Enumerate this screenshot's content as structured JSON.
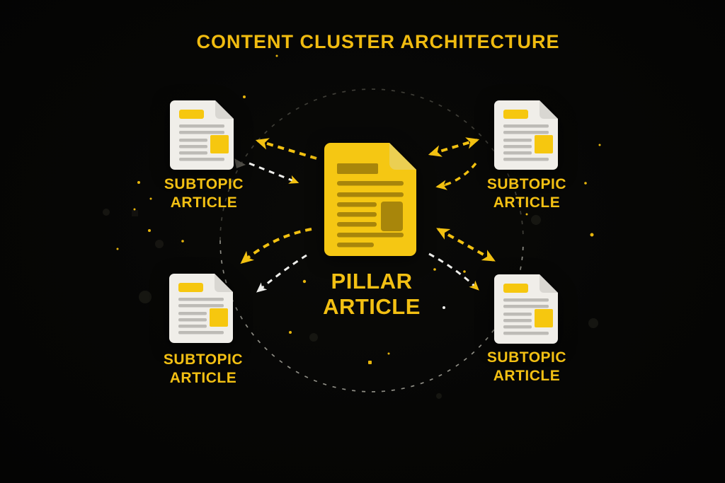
{
  "title": "CONTENT CLUSTER ARCHITECTURE",
  "pillar": {
    "label_line1": "PILLAR",
    "label_line2": "ARTICLE"
  },
  "subtopics": [
    {
      "id": "top-left",
      "label_line1": "SUBTOPIC",
      "label_line2": "ARTICLE"
    },
    {
      "id": "top-right",
      "label_line1": "SUBTOPIC",
      "label_line2": "ARTICLE"
    },
    {
      "id": "bottom-left",
      "label_line1": "SUBTOPIC",
      "label_line2": "ARTICLE"
    },
    {
      "id": "bottom-right",
      "label_line1": "SUBTOPIC",
      "label_line2": "ARTICLE"
    }
  ],
  "icons": {
    "pillar": "pillar-document-icon",
    "subtopic": "subtopic-document-icon",
    "arrows": "dashed-arrow-icons",
    "orbit": "dashed-orbit-circle"
  },
  "colors": {
    "background": "#060605",
    "accent_yellow": "#F2C111",
    "dark_yellow": "#A8860B",
    "paper_white": "#F0EEE9",
    "paper_fold_gray": "#D9D7D2",
    "line_gray": "#BDBBB6",
    "arrow_white": "#EDEDEA",
    "circle_gray_top": "#3F3E37",
    "circle_gray_bottom": "#8E8D85",
    "text_yellow": "#F3C013"
  }
}
